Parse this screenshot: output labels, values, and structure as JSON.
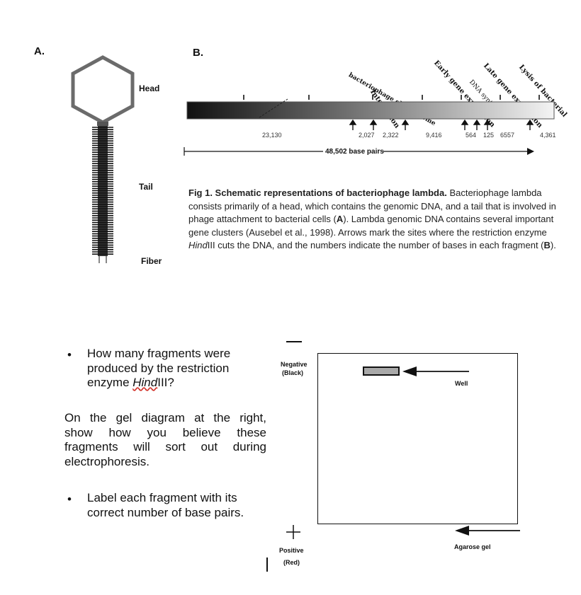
{
  "panel_a": {
    "label": "A.",
    "head_label": "Head",
    "tail_label": "Tail",
    "fiber_label": "Fiber"
  },
  "panel_b": {
    "label": "B.",
    "top_labels": [
      "Integration",
      "bacteriophage chromosome",
      "Early gene expression",
      "Late gene expression",
      "DNA synthesis",
      "Lysis of bacterial"
    ],
    "fragment_sizes": [
      "23,130",
      "2,027",
      "2,322",
      "9,416",
      "564",
      "125",
      "6557",
      "4,361"
    ],
    "total_length": "48,502 base pairs"
  },
  "caption": {
    "title": "Fig 1. Schematic representations of bacteriophage lambda.",
    "part1": " Bacteriophage lambda consists primarily of a head, which contains the genomic DNA, and a tail that is involved in phage attachment to bacterial cells (",
    "ref_a": "A",
    "part2": "). Lambda genomic DNA contains several important gene clusters (Ausebel et al., 1998). Arrows mark the sites where the restriction enzyme ",
    "enzyme_italic": "Hind",
    "enzyme_rest": "III",
    "part3": " cuts the DNA, and the numbers indicate the number of bases in each fragment (",
    "ref_b": "B",
    "part4": ")."
  },
  "questions": {
    "q1_line1": "How many fragments were",
    "q1_line2": "produced by the restriction",
    "q1_line3_pre": "enzyme ",
    "q1_enzyme_italic": "Hind",
    "q1_enzyme_rest": "III",
    "q1_suffix": "?",
    "q2_line1": "On the gel diagram at the right,",
    "q2_line2": "show how you believe these",
    "q2_line3": "fragments will sort out during",
    "q2_line4": "electrophoresis.",
    "q3_line1": "Label each fragment with its",
    "q3_line2": "correct number of base pairs."
  },
  "gel": {
    "negative_label": "Negative",
    "negative_color": "(Black)",
    "positive_label": "Positive",
    "positive_color": "(Red)",
    "well_label": "Well",
    "agarose_label": "Agarose gel",
    "minus_sign": "—",
    "plus_sign": "+"
  }
}
